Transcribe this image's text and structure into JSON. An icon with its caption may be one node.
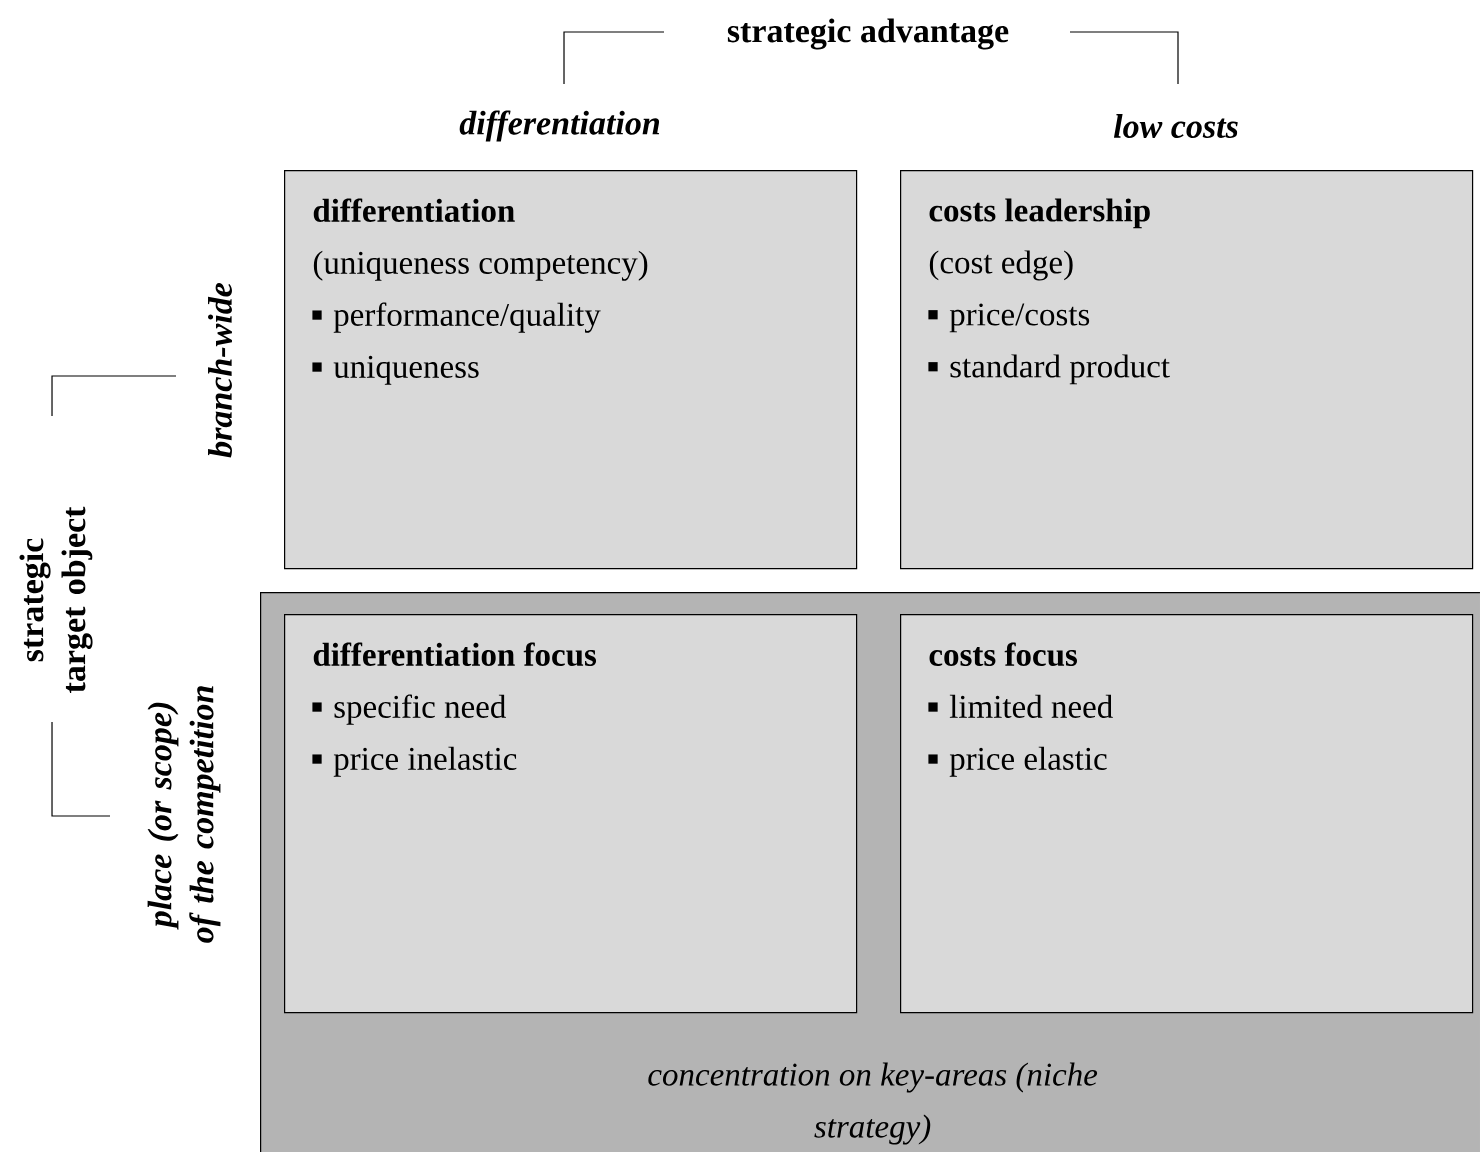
{
  "diagram": {
    "nodes": [
      {
        "text": [
          "differentiation",
          "(uniqueness competency)",
          "performance/quality",
          "uniqueness"
        ]
      },
      {
        "text": [
          "costs leadership",
          "(cost edge)",
          "price/costs",
          "standard product"
        ]
      },
      {
        "text": [
          "concentration on key-areas (niche strategy)"
        ]
      },
      {
        "text": [
          "differentiation focus",
          "specific need",
          "price inelastic"
        ],
        "in": 2
      },
      {
        "text": [
          "costs focus",
          "limited need",
          "price elastic"
        ],
        "in": 2
      }
    ],
    "labels": [
      "strategic advantage",
      "differentiation",
      "low costs",
      "strategic target object",
      "branch-wide",
      "place (or scope) of the competition"
    ]
  }
}
